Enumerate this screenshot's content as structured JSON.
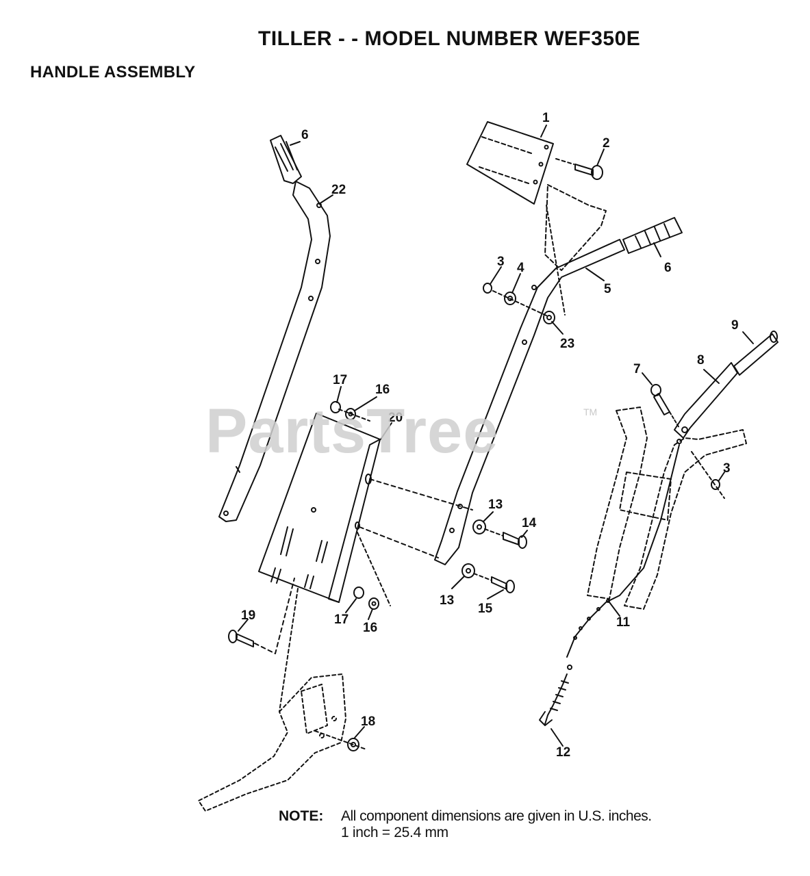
{
  "header": {
    "title": "TILLER - - MODEL NUMBER WEF350E",
    "section": "HANDLE ASSEMBLY"
  },
  "watermark": {
    "text": "PartsTree",
    "trademark": "TM"
  },
  "note": {
    "label": "NOTE:",
    "line1": "All component dimensions are given in U.S. inches.",
    "line2": "1 inch = 25.4 mm"
  },
  "callouts": [
    "6",
    "22",
    "1",
    "2",
    "3",
    "4",
    "5",
    "6",
    "23",
    "9",
    "8",
    "7",
    "3",
    "17",
    "16",
    "20",
    "13",
    "14",
    "13",
    "15",
    "11",
    "17",
    "16",
    "19",
    "18",
    "12"
  ],
  "colors": {
    "line": "#111111",
    "watermark": "#d0d0d0"
  }
}
